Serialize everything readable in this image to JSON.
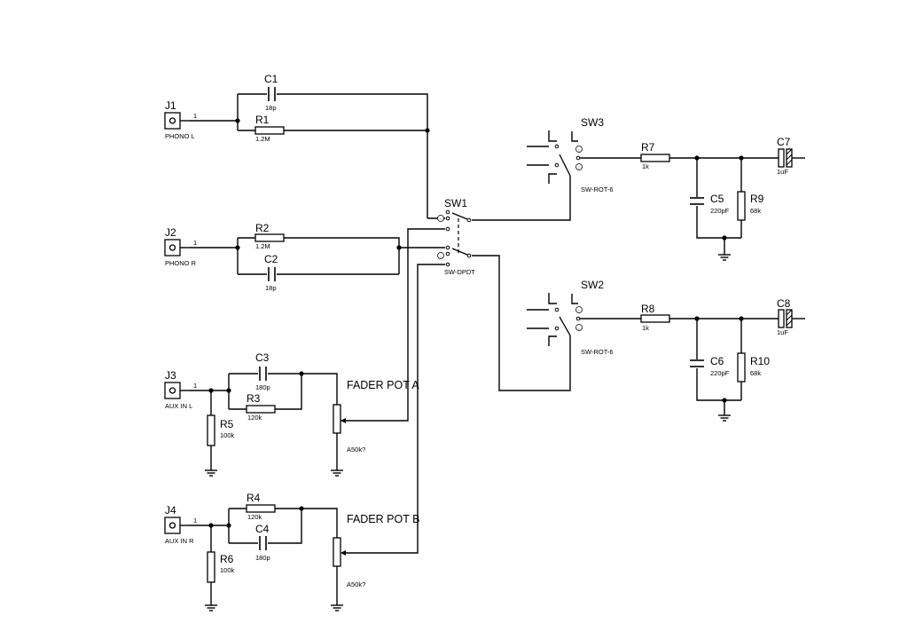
{
  "connectors": {
    "J1": {
      "ref": "J1",
      "label": "PHONO L",
      "pin": "1"
    },
    "J2": {
      "ref": "J2",
      "label": "PHONO R",
      "pin": "1"
    },
    "J3": {
      "ref": "J3",
      "label": "AUX IN L",
      "pin": "1"
    },
    "J4": {
      "ref": "J4",
      "label": "AUX IN R",
      "pin": "1"
    }
  },
  "resistors": {
    "R1": {
      "ref": "R1",
      "value": "1.2M"
    },
    "R2": {
      "ref": "R2",
      "value": "1.2M"
    },
    "R3": {
      "ref": "R3",
      "value": "120k"
    },
    "R4": {
      "ref": "R4",
      "value": "120k"
    },
    "R5": {
      "ref": "R5",
      "value": "100k"
    },
    "R6": {
      "ref": "R6",
      "value": "100k"
    },
    "R7": {
      "ref": "R7",
      "value": "1k"
    },
    "R8": {
      "ref": "R8",
      "value": "1k"
    },
    "R9": {
      "ref": "R9",
      "value": "68k"
    },
    "R10": {
      "ref": "R10",
      "value": "68k"
    }
  },
  "capacitors": {
    "C1": {
      "ref": "C1",
      "value": "18p"
    },
    "C2": {
      "ref": "C2",
      "value": "18p"
    },
    "C3": {
      "ref": "C3",
      "value": "180p"
    },
    "C4": {
      "ref": "C4",
      "value": "180p"
    },
    "C5": {
      "ref": "C5",
      "value": "220pF"
    },
    "C6": {
      "ref": "C6",
      "value": "220pF"
    },
    "C7": {
      "ref": "C7",
      "value": "1uF"
    },
    "C8": {
      "ref": "C8",
      "value": "1uF"
    }
  },
  "switches": {
    "SW1": {
      "ref": "SW1",
      "type": "SW-DPDT"
    },
    "SW2": {
      "ref": "SW2",
      "type": "SW-ROT-6"
    },
    "SW3": {
      "ref": "SW3",
      "type": "SW-ROT-6"
    }
  },
  "pots": {
    "A": {
      "label": "FADER POT A",
      "value": "A50k?"
    },
    "B": {
      "label": "FADER POT B",
      "value": "A50k?"
    }
  }
}
